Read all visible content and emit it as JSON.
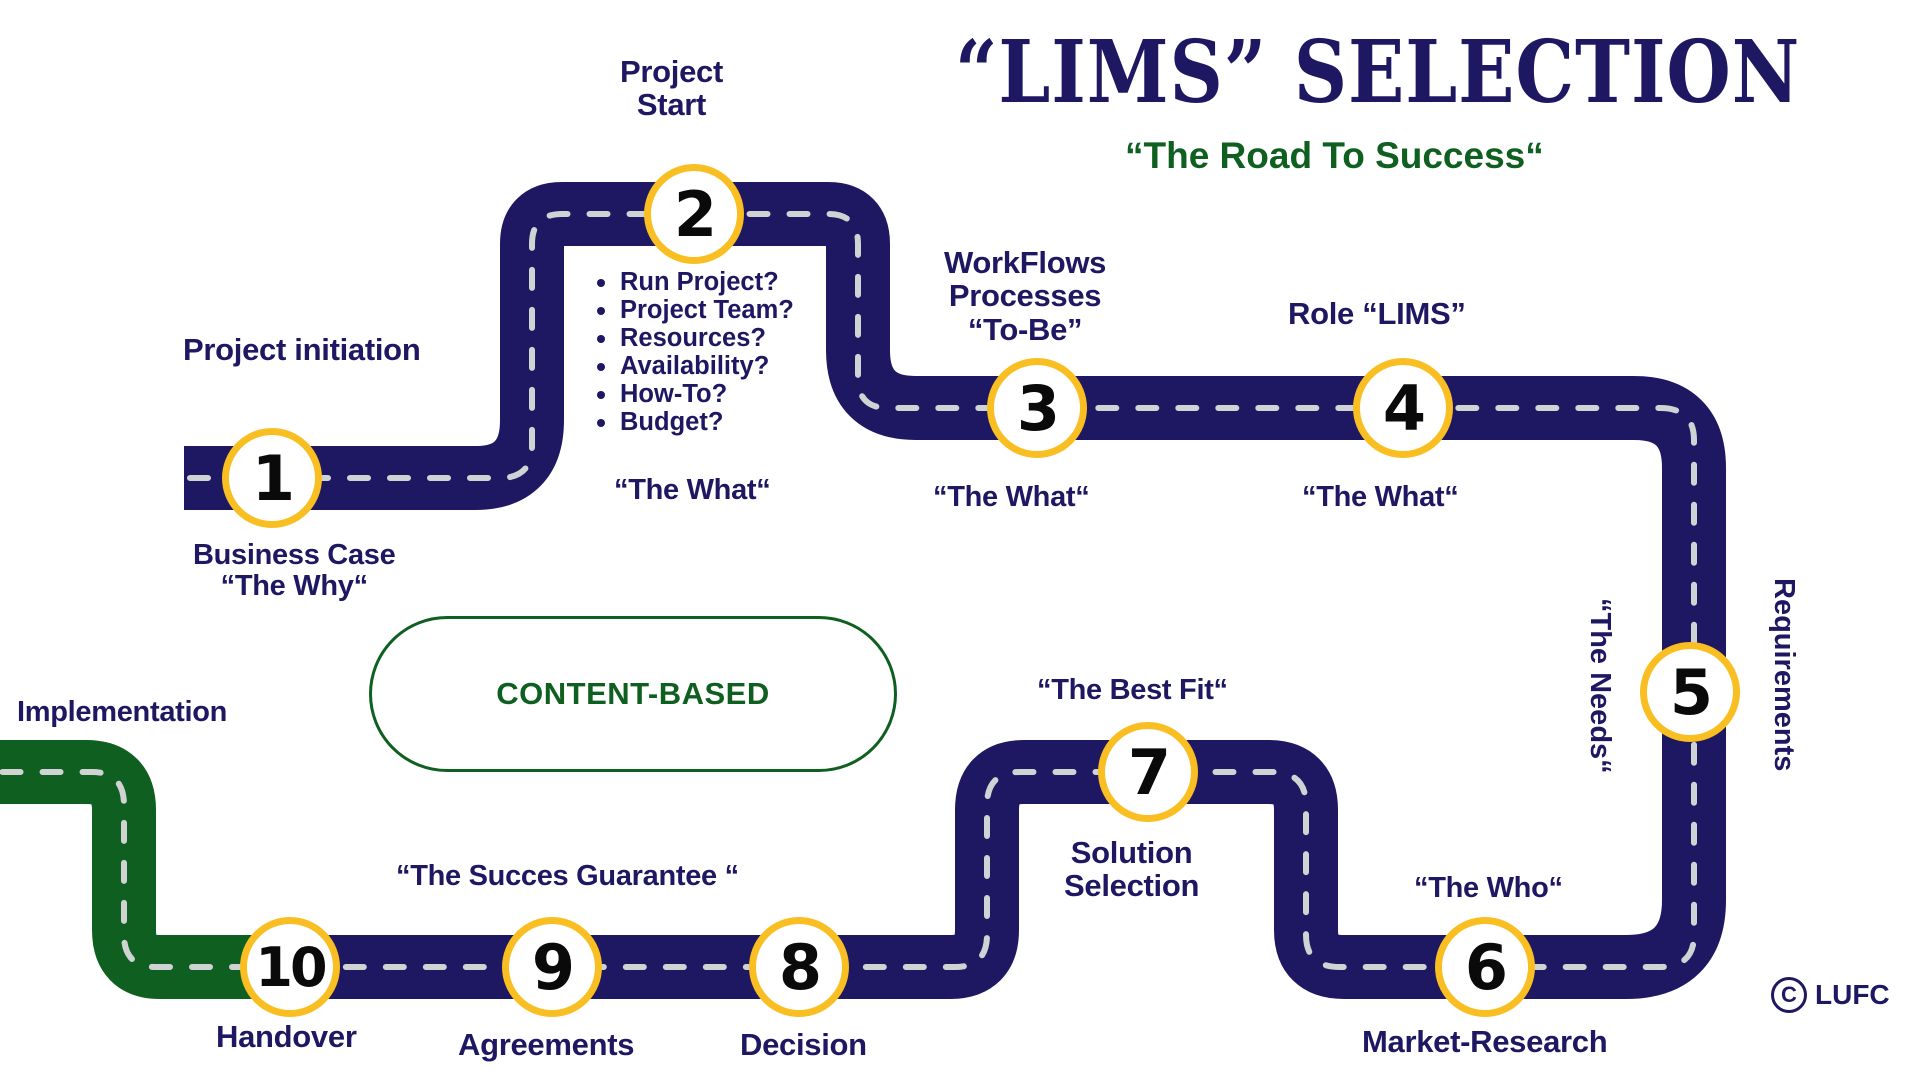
{
  "title": "“LIMS” SELECTION",
  "subtitle": "“The Road To Success“",
  "colors": {
    "road": "#1e1863",
    "road_final": "#0f6020",
    "marker_ring": "#f9be21",
    "dash": "#d0d3d4",
    "text": "#1e1863",
    "accent_green": "#0f6020"
  },
  "steps": [
    {
      "number": "1",
      "label_lines": [
        "Business Case",
        "“The Why“"
      ],
      "top_label": "Project initiation"
    },
    {
      "number": "2",
      "top_label_lines": [
        "Project",
        "Start"
      ],
      "bullets": [
        "Run Project?",
        "Project Team?",
        "Resources?",
        "Availability?",
        "How-To?",
        "Budget?"
      ],
      "tag": "“The What“"
    },
    {
      "number": "3",
      "top_label_lines": [
        "WorkFlows",
        "Processes",
        "“To-Be”"
      ],
      "tag": "“The What“"
    },
    {
      "number": "4",
      "top_label": "Role “LIMS”",
      "tag": "“The What“"
    },
    {
      "number": "5",
      "side_label": "Requirements",
      "tag": "“The Needs“"
    },
    {
      "number": "6",
      "label": "Market-Research",
      "tag": "“The Who“"
    },
    {
      "number": "7",
      "label_lines": [
        "Solution",
        "Selection"
      ],
      "tag": "“The Best Fit“"
    },
    {
      "number": "8",
      "label": "Decision"
    },
    {
      "number": "9",
      "label": "Agreements",
      "tag": "“The Succes Guarantee “"
    },
    {
      "number": "10",
      "label": "Handover",
      "next_label": "Implementation"
    }
  ],
  "center_badge": "CONTENT-BASED",
  "copyright": {
    "symbol": "C",
    "text": "LUFC"
  }
}
